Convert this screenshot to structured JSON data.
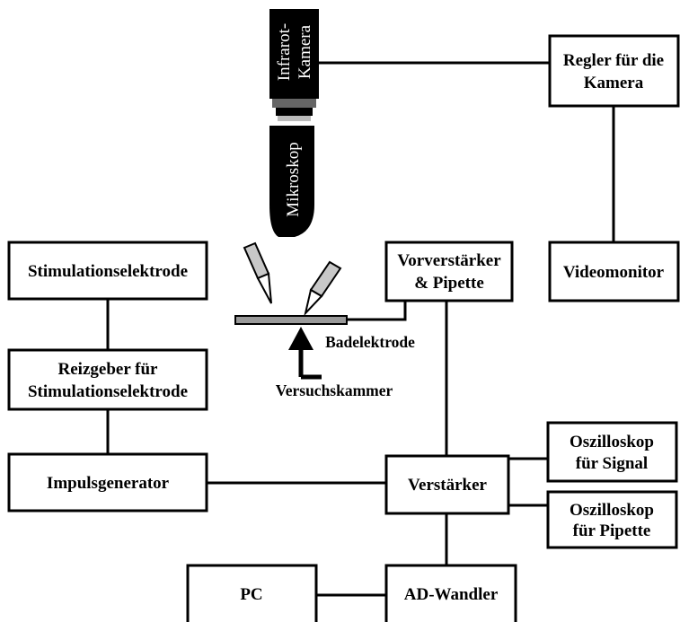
{
  "diagram": {
    "camera": {
      "line1": "Infrarot-",
      "line2": "Kamera"
    },
    "microscope": {
      "label": "Mikroskop"
    },
    "regler": {
      "line1": "Regler für die",
      "line2": "Kamera"
    },
    "videomonitor": {
      "label": "Videomonitor"
    },
    "stimulation_electrode": {
      "label": "Stimulationselektrode"
    },
    "vorverstaerker": {
      "line1": "Vorverstärker",
      "line2": "& Pipette"
    },
    "bath_electrode": {
      "label": "Badelektrode"
    },
    "chamber": {
      "label": "Versuchskammer"
    },
    "reizgeber": {
      "line1": "Reizgeber für",
      "line2": "Stimulationselektrode"
    },
    "oszi_signal": {
      "line1": "Oszilloskop",
      "line2": "für Signal"
    },
    "impulsgenerator": {
      "label": "Impulsgenerator"
    },
    "verstaerker": {
      "label": "Verstärker"
    },
    "oszi_pipette": {
      "line1": "Oszilloskop",
      "line2": "für Pipette"
    },
    "pc": {
      "label": "PC"
    },
    "ad_wandler": {
      "label": "AD-Wandler"
    }
  },
  "colors": {
    "line": "#000000",
    "background": "#ffffff",
    "camera_body": "#000000",
    "microscope_body": "#000000",
    "electrode_fill": "#c8c8c8",
    "chamber_fill": "#9a9a9a"
  }
}
